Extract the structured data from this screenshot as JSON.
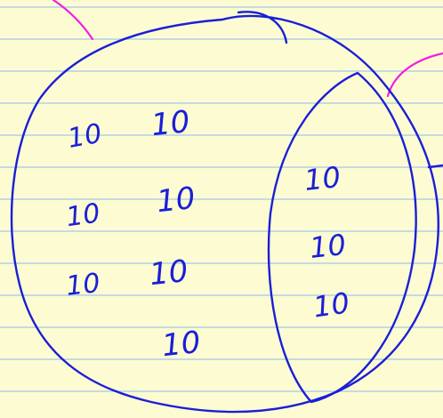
{
  "colors": {
    "paper": "#fdfbd2",
    "rule_lines": "#9ec9ea",
    "blue_ink": "#1a1fd6",
    "magenta_ink": "#f21ee0"
  },
  "sketch": {
    "outer_region_labels": [
      "10",
      "10",
      "10",
      "10",
      "10",
      "10",
      "10"
    ],
    "inner_region_labels": [
      "10",
      "10",
      "10"
    ]
  }
}
